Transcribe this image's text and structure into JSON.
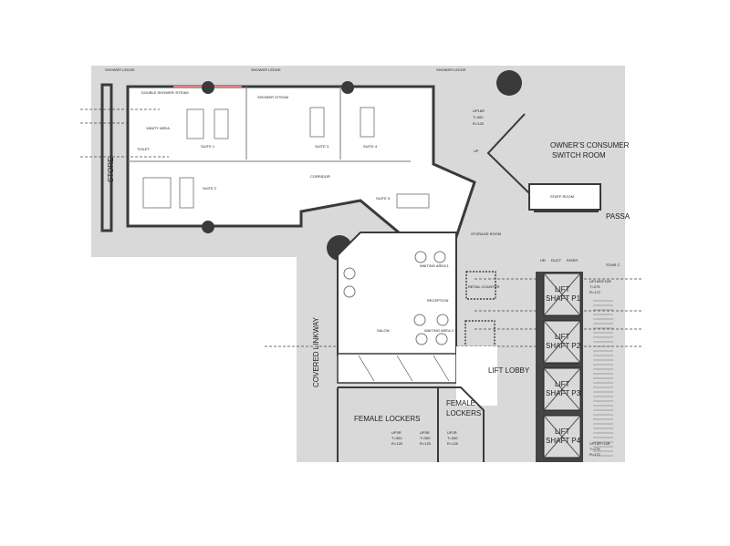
{
  "plan": {
    "colors": {
      "background": "#ffffff",
      "sheet": "#d9d9d9",
      "room": "#ffffff",
      "wall": "#3a3a3a",
      "accent_wall": "#e08080"
    },
    "labels": {
      "store": "STORE",
      "suite1": "SUITE 1",
      "suite2": "SUITE 2",
      "suite3": "SUITE 3",
      "suite4": "SUITE 4",
      "suite5": "SUITE 5",
      "corridor": "CORRIDOR",
      "shower_ledge": "SHOWER LEDGE",
      "vanity": "VANITY AREA",
      "toilet": "TOILET",
      "double_shower": "DOUBLE SHOWER /STEAM",
      "shower_steam": "SHOWER /STEAM",
      "owners1": "OWNER'S CONSUMER",
      "owners2": "SWITCH ROOM",
      "staff_room": "STAFF ROOM",
      "storage": "STORAGE ROOM",
      "passage": "PASSA",
      "stair_up1": "UP16R",
      "stair_up1_t": "T=300",
      "stair_up1_r": "R=125",
      "up": "UP",
      "hr": "HR",
      "duct": "DUCT",
      "riser": "RISER",
      "stair_c": "STAIR C",
      "waiting1": "WAITING AREA 1",
      "waiting2": "WAITING AREA 2",
      "reception": "RECEPTION",
      "salon": "SALON",
      "retail": "RETAIL COUNTER",
      "lift1": "LIFT",
      "shaft1": "SHAFT  P1",
      "lift2": "LIFT",
      "shaft2": "SHAFT  P2",
      "lift3": "LIFT",
      "shaft3": "SHAFT  P3",
      "lift4": "LIFT",
      "shaft4": "SHAFT  P4",
      "stair2": "UP15R/F15R",
      "stair2_t": "T=275",
      "stair2_r": "R=172",
      "stair3": "UP15R+14R",
      "stair3_t": "T=275",
      "stair3_r": "R=172",
      "lift_lobby": "LIFT LOBBY",
      "covered_linkway": "COVERED  LINKWAY",
      "female_lockers1": "FEMALE LOCKERS",
      "female_lockers2a": "FEMALE",
      "female_lockers2b": "LOCKERS",
      "up3r_a": "UP3R",
      "up3r_a_t": "T=300",
      "up3r_a_r": "R=125",
      "up3r_b": "UP3R",
      "up3r_b_t": "T=300",
      "up3r_b_r": "R=125",
      "up2r": "UP2R",
      "up2r_t": "T=300",
      "up2r_r": "R=125"
    }
  }
}
